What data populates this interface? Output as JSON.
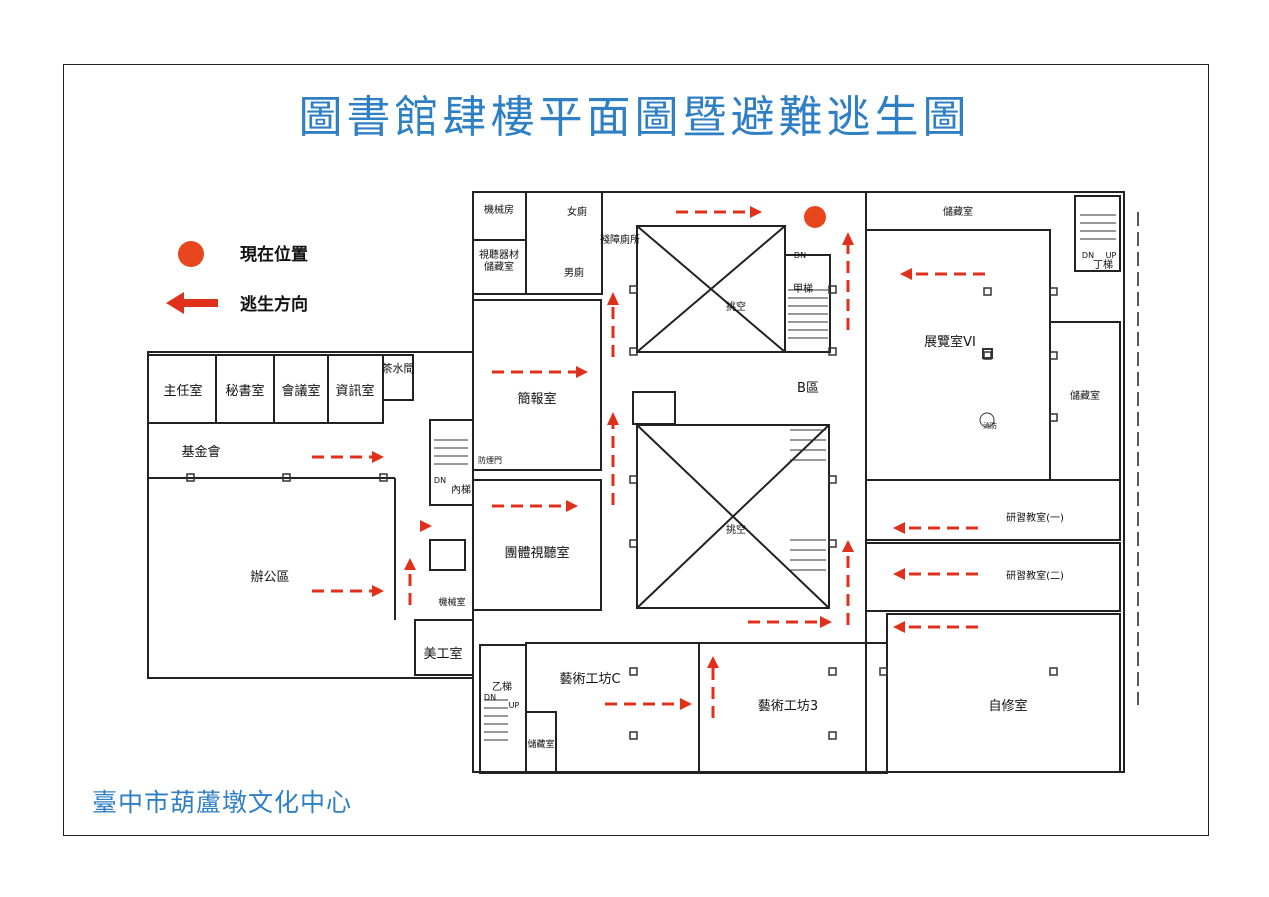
{
  "title": "圖書館肆樓平面圖暨避難逃生圖",
  "footer": "臺中市葫蘆墩文化中心",
  "legend": {
    "current_position": "現在位置",
    "escape_direction": "逃生方向"
  },
  "colors": {
    "title": "#2f7fc4",
    "marker": "#e8461c",
    "arrow": "#e0301c",
    "wall": "#222222"
  },
  "rooms": {
    "director": "主任室",
    "secretary": "秘書室",
    "meeting": "會議室",
    "information": "資訊室",
    "tea": "茶水間",
    "foundation": "基金會",
    "office": "辦公區",
    "art_staff": "美工室",
    "briefing": "簡報室",
    "av_room": "團體視聽室",
    "mech_room": "機械房",
    "av_storage": "視聽器材\n儲藏室",
    "women": "女廁",
    "men": "男廁",
    "accessible_wc": "殘障廁所",
    "atrium_top": "挑空",
    "atrium_mid": "挑空",
    "zone_b": "B區",
    "elevator_a": "甲梯",
    "elevator_b": "乙梯",
    "stair_inner": "內梯",
    "stair_d": "丁梯",
    "storage_top": "儲藏室",
    "storage_right": "儲藏室",
    "storage_bottom": "儲藏室",
    "exhibition": "展覽室VI",
    "study1": "研習教室(一)",
    "study2": "研習教室(二)",
    "workshop_c": "藝術工坊C",
    "workshop_3": "藝術工坊3",
    "self_study": "自修室",
    "mech_small": "機械室",
    "fire_door": "防煙門",
    "dn": "DN",
    "up": "UP",
    "fire_hydrant": "消防"
  }
}
